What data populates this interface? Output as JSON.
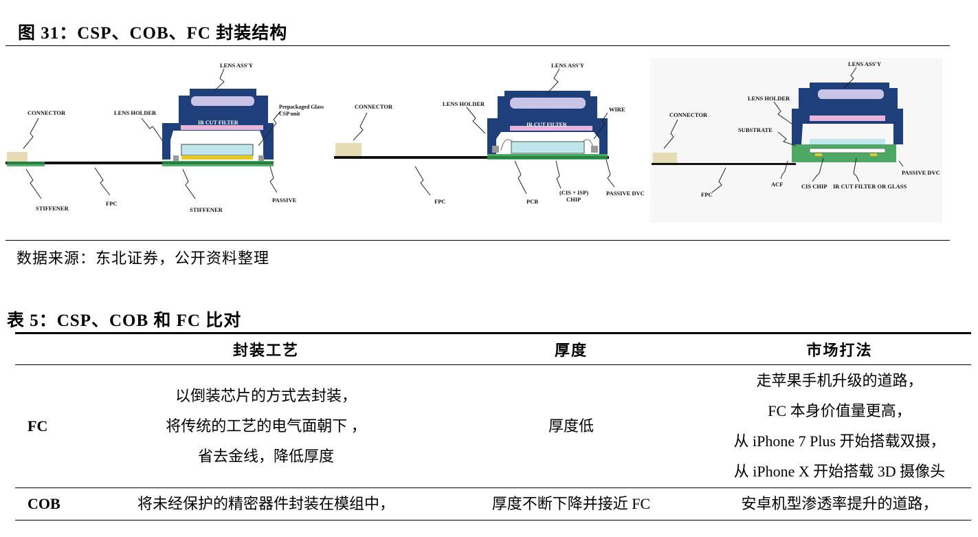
{
  "figure": {
    "title": "图 31：CSP、COB、FC 封装结构",
    "source": "数据来源：东北证券，公开资料整理",
    "diagrams": [
      {
        "name": "CSP",
        "labels": {
          "lens_assy": "LENS ASS'Y",
          "connector": "CONNECTOR",
          "lens_holder": "LENS HOLDER",
          "prepackaged_1": "Prepackaged Glass",
          "prepackaged_2": "CSP unit",
          "ir_cut": "IR CUT FILTER",
          "stiffener_left": "STIFFENER",
          "fpc": "FPC",
          "stiffener_right": "STIFFENER",
          "passive": "PASSIVE"
        }
      },
      {
        "name": "COB",
        "labels": {
          "lens_assy": "LENS ASS'Y",
          "connector": "CONNECTOR",
          "lens_holder": "LENS HOLDER",
          "wire": "WIRE",
          "ir_cut": "IR CUT FILTER",
          "fpc": "FPC",
          "pcb": "PCB",
          "chip_1": "(CIS + ISP)",
          "chip_2": "CHIP",
          "passive": "PASSIVE DVC"
        }
      },
      {
        "name": "FC",
        "labels": {
          "lens_assy": "LENS ASS'Y",
          "lens_holder": "LENS HOLDER",
          "connector": "CONNECTOR",
          "substrate": "SUBSTRATE",
          "passive": "PASSIVE DVC",
          "acf": "ACF",
          "cis_chip": "CIS CHIP",
          "ir_filter": "IR CUT FILTER OR GLASS",
          "fpc": "FPC"
        }
      }
    ]
  },
  "table": {
    "title": "表 5：CSP、COB 和 FC 比对",
    "headers": [
      "",
      "封装工艺",
      "厚度",
      "市场打法"
    ],
    "rows": [
      {
        "label": "FC",
        "process": [
          "以倒装芯片的方式去封装，",
          "将传统的工艺的电气面朝下 ，",
          "省去金线，降低厚度"
        ],
        "thickness": "厚度低",
        "market": [
          "走苹果手机升级的道路，",
          "FC 本身价值量更高，",
          "从 iPhone 7 Plus 开始搭载双摄，",
          "从 iPhone X 开始搭载 3D 摄像头"
        ]
      },
      {
        "label": "COB",
        "process": [
          "将未经保护的精密器件封装在模组中，"
        ],
        "thickness": "厚度不断下降并接近 FC",
        "market": [
          "安卓机型渗透率提升的道路，"
        ]
      }
    ]
  },
  "colors": {
    "holder_blue": "#1f3f7a",
    "holder_dark": "#0f2550",
    "lens_lilac": "#c9c3e6",
    "filter_pink": "#e7b4dc",
    "pcb_green": "#2e9a4a",
    "chip_cyan": "#bfe6ea",
    "connector_tan": "#e6dcb4",
    "gold": "#e5c82a"
  }
}
